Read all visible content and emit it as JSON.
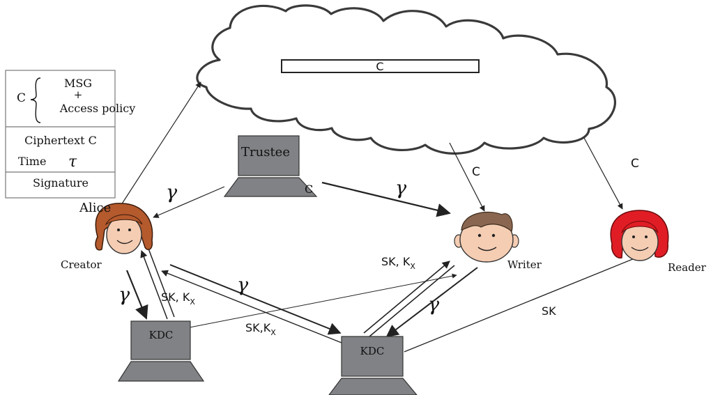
{
  "message_box": {
    "c_label": "C",
    "msg": "MSG",
    "plus": "+",
    "access_policy": "Access policy",
    "ciphertext": "Ciphertext C",
    "time": "Time",
    "tau": "τ",
    "signature": "Signature"
  },
  "cloud": {
    "stored_label": "C"
  },
  "nodes": {
    "trustee": "Trustee",
    "trustee_tag": "C",
    "kdc_left": "KDC",
    "kdc_right": "KDC"
  },
  "actors": {
    "alice": "Alice",
    "creator": "Creator",
    "writer": "Writer",
    "reader": "Reader"
  },
  "edge_labels": {
    "cloud_to_writer": "C",
    "cloud_to_reader": "C",
    "gamma_trustee_alice": "γ",
    "gamma_trustee_writer": "γ",
    "gamma_alice_kdc": "γ",
    "sk_kx_kdc_alice": "SK, K",
    "sk_kx_kdc_alice_sub": "X",
    "gamma_creator_kdc2": "γ",
    "sk_kx_kdc2_creator": "SK,K",
    "sk_kx_kdc2_creator_sub": "X",
    "sk_kx_kdc2_writer": "SK, K",
    "sk_kx_kdc2_writer_sub": "X",
    "gamma_writer_kdc2": "γ",
    "sk_kdc2_reader": "SK"
  },
  "colors": {
    "terminal": "#808285",
    "skin": "#f5cdb3",
    "alice_hair": "#b45a2d",
    "writer_hair": "#8a6650",
    "reader_hair": "#e01d25"
  }
}
